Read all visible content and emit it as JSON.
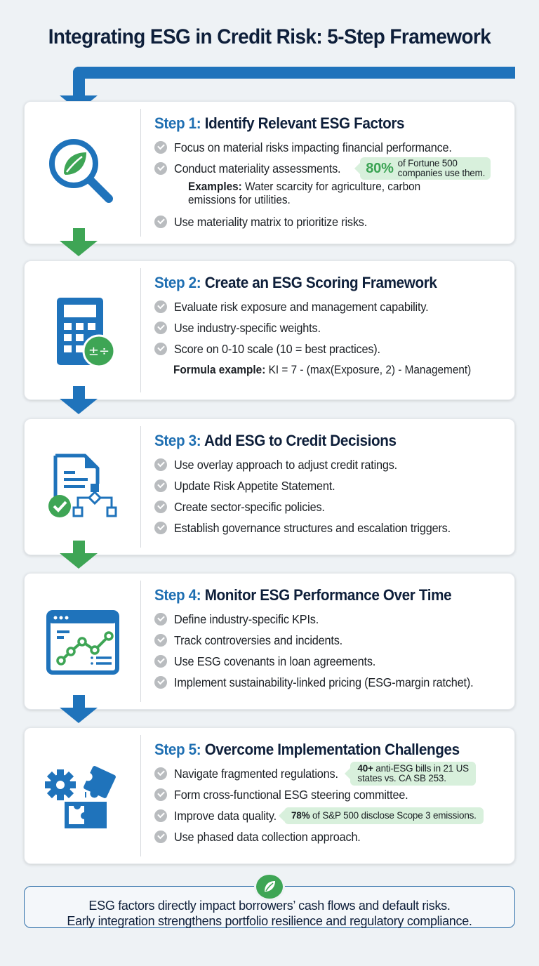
{
  "page": {
    "title": "Integrating ESG in Credit Risk: 5-Step Framework"
  },
  "colors": {
    "primary_blue": "#1f73bb",
    "accent_green": "#3ea555",
    "title_navy": "#0e1f3a",
    "callout_bg": "#d8f0dc",
    "background": "#eef2f5"
  },
  "steps": [
    {
      "number_label": "Step 1:",
      "title": "Identify Relevant ESG Factors",
      "icon": "magnifier-leaf-icon",
      "bullets": [
        {
          "text": "Focus on material risks impacting financial performance."
        },
        {
          "text": "Conduct materiality assessments.",
          "callout": {
            "value": "80%",
            "text_line1": "of Fortune 500",
            "text_line2": "companies use them."
          }
        },
        {
          "text": "Use materiality matrix to prioritize risks."
        }
      ],
      "examples": {
        "label": "Examples:",
        "text": "Water scarcity for agriculture, carbon emissions for utilities."
      }
    },
    {
      "number_label": "Step 2:",
      "title": "Create an ESG Scoring Framework",
      "icon": "calculator-icon",
      "bullets": [
        {
          "text": "Evaluate risk exposure and management capability."
        },
        {
          "text": "Use industry-specific weights."
        },
        {
          "text": "Score on 0-10 scale (10 = best practices)."
        }
      ],
      "formula": {
        "label": "Formula example:",
        "text": "KI = 7 - (max(Exposure, 2) - Management)"
      }
    },
    {
      "number_label": "Step 3:",
      "title": "Add ESG to Credit Decisions",
      "icon": "document-flowchart-icon",
      "bullets": [
        {
          "text": "Use overlay approach to adjust credit ratings."
        },
        {
          "text": "Update Risk Appetite Statement."
        },
        {
          "text": "Create sector-specific policies."
        },
        {
          "text": "Establish governance structures and escalation triggers."
        }
      ]
    },
    {
      "number_label": "Step 4:",
      "title": "Monitor ESG Performance Over Time",
      "icon": "dashboard-chart-icon",
      "bullets": [
        {
          "text": "Define industry-specific KPIs."
        },
        {
          "text": "Track controversies and incidents."
        },
        {
          "text": "Use ESG covenants in loan agreements."
        },
        {
          "text": "Implement sustainability-linked pricing (ESG-margin ratchet)."
        }
      ]
    },
    {
      "number_label": "Step 5:",
      "title": "Overcome Implementation Challenges",
      "icon": "gear-puzzle-icon",
      "bullets": [
        {
          "text": "Navigate fragmented regulations.",
          "callout": {
            "value": "40+",
            "text_line1": "anti-ESG bills in 21 US",
            "text_line2": "states vs. CA SB 253."
          }
        },
        {
          "text": "Form cross-functional ESG steering committee."
        },
        {
          "text": "Improve data quality.",
          "callout": {
            "value": "78%",
            "text_line1": "of S&P 500 disclose Scope 3 emissions."
          }
        },
        {
          "text": "Use phased data collection approach."
        }
      ]
    }
  ],
  "footer": {
    "icon": "leaf-icon",
    "line1": "ESG factors directly impact borrowers’ cash flows and default risks.",
    "line2": "Early integration strengthens portfolio resilience and regulatory compliance."
  }
}
